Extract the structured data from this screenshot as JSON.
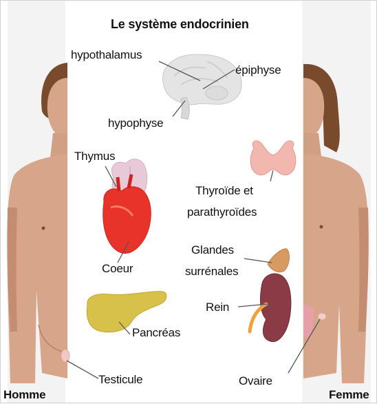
{
  "title": "Le système endocrinien",
  "labels": {
    "hypothalamus": "hypothalamus",
    "epiphyse": "épiphyse",
    "hypophyse": "hypophyse",
    "thymus": "Thymus",
    "thyroide_line1": "Thyroïde et",
    "thyroide_line2": "parathyroïdes",
    "coeur": "Coeur",
    "glandes_line1": "Glandes",
    "glandes_line2": "surrénales",
    "rein": "Rein",
    "pancreas": "Pancréas",
    "testicule": "Testicule",
    "ovaire": "Ovaire"
  },
  "figures": {
    "homme": "Homme",
    "femme": "Femme"
  },
  "colors": {
    "skin": "#d6a58a",
    "skin_shadow": "#c48d71",
    "hair": "#7a4a2c",
    "brain": "#e4e4e4",
    "thymus": "#e7c9d8",
    "heart": "#e8332a",
    "thyroid": "#f2b8b0",
    "adrenal": "#d79a63",
    "kidney": "#8a3b45",
    "ureter": "#f0a23a",
    "pancreas": "#d8c14a",
    "line": "#555555"
  }
}
